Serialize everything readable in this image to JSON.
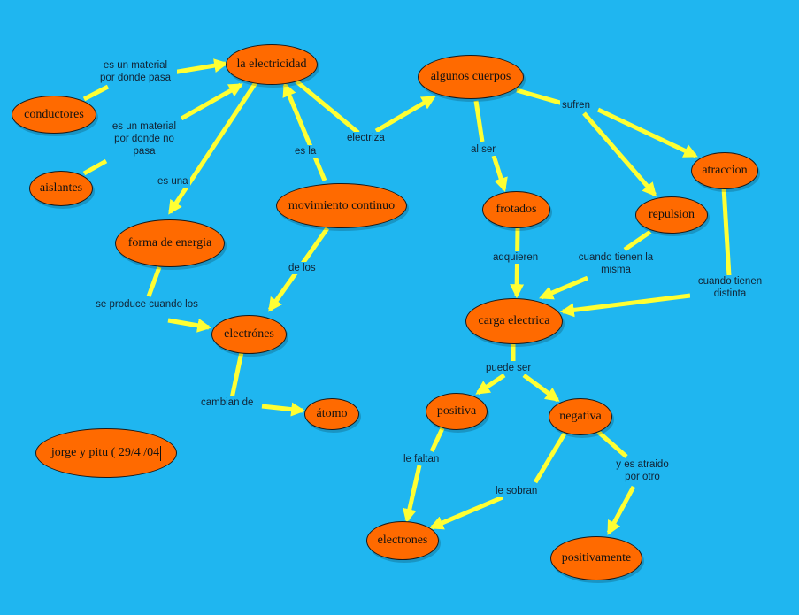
{
  "colors": {
    "background": "#1fb6f0",
    "node_fill": "#ff6a00",
    "arrow": "#ffff33"
  },
  "nodes": {
    "electricidad": "la electricidad",
    "conductores": "conductores",
    "aislantes": "aislantes",
    "forma_energia": "forma de energia",
    "movimiento": "movimiento continuo",
    "electrones1": "electrónes",
    "atomo": "átomo",
    "algunos_cuerpos": "algunos cuerpos",
    "frotados": "frotados",
    "repulsion": "repulsion",
    "atraccion": "atraccion",
    "carga": "carga electrica",
    "positiva": "positiva",
    "negativa": "negativa",
    "electrones2": "electrones",
    "positivamente": "positivamente"
  },
  "links": {
    "es_material_pasa": "es un material por donde pasa",
    "es_material_no_pasa": "es un material por donde no pasa",
    "es_una": "es una",
    "es_la": "es la",
    "electriza": "electriza",
    "se_produce": "se produce cuando los",
    "de_los": "de los",
    "cambian_de": "cambian de",
    "al_ser": "al ser",
    "sufren": "sufren",
    "adquieren": "adquieren",
    "cuando_misma": "cuando tienen la misma",
    "cuando_distinta": "cuando tienen distinta",
    "puede_ser": "puede ser",
    "le_faltan": "le faltan",
    "le_sobran": "le sobran",
    "atraido": "y es atraido por otro"
  },
  "note": "jorge y  pitu ( 29/4 /04"
}
